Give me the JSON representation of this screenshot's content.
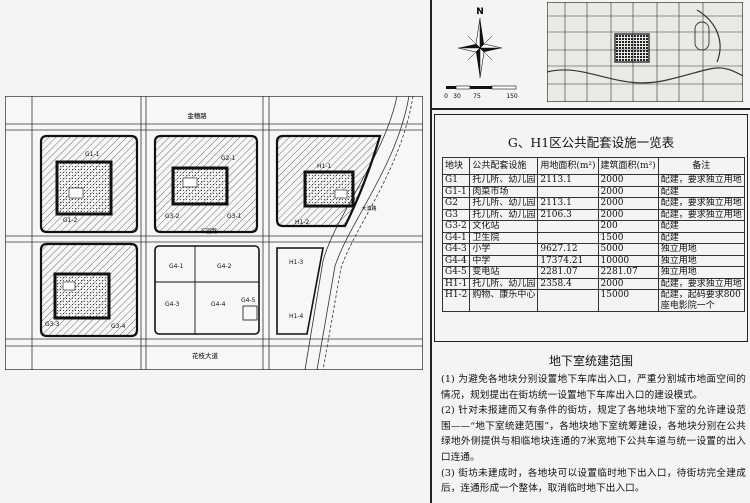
{
  "compass": {
    "north": "N",
    "scale_ticks": [
      "0",
      "30",
      "75",
      "150"
    ]
  },
  "plan": {
    "roads": {
      "north": "金穗路",
      "south": "花枝大道",
      "middle": "汇园路",
      "east_upper": "大滨路"
    },
    "blocks": [
      {
        "label": "G1-1"
      },
      {
        "label": "G1-2"
      },
      {
        "label": "G2-1"
      },
      {
        "label": "G3-1"
      },
      {
        "label": "G3-2"
      },
      {
        "label": "G3-3"
      },
      {
        "label": "G3-4"
      },
      {
        "label": "H1-1"
      },
      {
        "label": "H1-2"
      },
      {
        "label": "H1-3"
      },
      {
        "label": "H1-4"
      },
      {
        "label": "G4-1"
      },
      {
        "label": "G4-2"
      },
      {
        "label": "G4-3"
      },
      {
        "label": "G4-4"
      },
      {
        "label": "G4-5"
      }
    ]
  },
  "facilities": {
    "title": "G、H1区公共配套设施一览表",
    "headers": [
      "地块",
      "公共配套设施",
      "用地面积(m²)",
      "建筑面积(m²)",
      "备注"
    ],
    "rows": [
      [
        "G1",
        "托儿所、幼儿园",
        "2113.1",
        "2000",
        "配建，要求独立用地"
      ],
      [
        "G1-1",
        "肉菜市场",
        "",
        "2000",
        "配建"
      ],
      [
        "G2",
        "托儿所、幼儿园",
        "2113.1",
        "2000",
        "配建，要求独立用地"
      ],
      [
        "G3",
        "托儿所、幼儿园",
        "2106.3",
        "2000",
        "配建，要求独立用地"
      ],
      [
        "G3-2",
        "文化站",
        "",
        "200",
        "配建"
      ],
      [
        "G4-1",
        "卫生院",
        "",
        "1500",
        "配建"
      ],
      [
        "G4-3",
        "小学",
        "9627.12",
        "5000",
        "独立用地"
      ],
      [
        "G4-4",
        "中学",
        "17374.21",
        "10000",
        "独立用地"
      ],
      [
        "G4-5",
        "变电站",
        "2281.07",
        "2281.07",
        "独立用地"
      ],
      [
        "H1-1",
        "托儿所、幼儿园",
        "2358.4",
        "2000",
        "配建，要求独立用地"
      ],
      [
        "H1-2",
        "购物、康乐中心",
        "",
        "15000",
        "配建，起码要求800座电影院一个"
      ]
    ]
  },
  "basement": {
    "title": "地下室统建范围",
    "paragraphs": [
      "(1) 为避免各地块分别设置地下车库出入口，严重分割城市地面空间的情况，规划提出在街坊统一设置地下车库出入口的建设模式。",
      "(2) 针对未报建而又有条件的街坊，规定了各地块地下室的允许建设范围——“地下室统建范围”，各地块地下室统筹建设，各地块分别在公共绿地外侧提供与相临地块连通的7米宽地下公共车道与统一设置的出入口连通。",
      "(3) 街坊未建成时，各地块可以设置临时地下出入口，待街坊完全建成后，连通形成一个整体，取消临时地下出入口。"
    ]
  }
}
